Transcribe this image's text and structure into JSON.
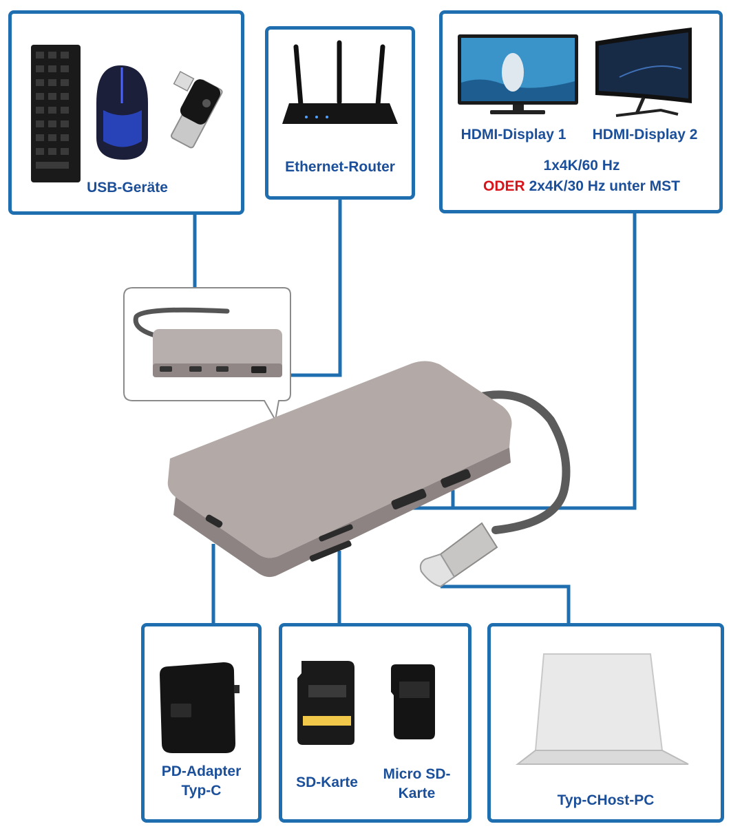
{
  "colors": {
    "frame": "#1f6fb0",
    "label": "#1b4f9a",
    "accent_red": "#d8141b",
    "device": "#9b9291"
  },
  "icons": [
    "keyboard-icon",
    "mouse-icon",
    "usb-stick-icon",
    "router-icon",
    "monitor-icon",
    "curved-monitor-icon",
    "pd-adapter-icon",
    "sd-card-icon",
    "micro-sd-card-icon",
    "laptop-icon",
    "usb-c-hub-device"
  ],
  "usb": {
    "label": "USB-Geräte"
  },
  "ethernet": {
    "label": "Ethernet-Router"
  },
  "hdmi": {
    "display1": "HDMI-Display 1",
    "display2": "HDMI-Display 2",
    "mode_single": "1x4K/60 Hz",
    "or_word": "ODER",
    "mode_mst": "2x4K/30 Hz unter MST"
  },
  "pd": {
    "line1": "PD-Adapter",
    "line2": "Typ-C"
  },
  "sd": {
    "label": "SD-Karte"
  },
  "microsd": {
    "line1": "Micro SD-",
    "line2": "Karte"
  },
  "host": {
    "label": "Typ-CHost-PC"
  }
}
